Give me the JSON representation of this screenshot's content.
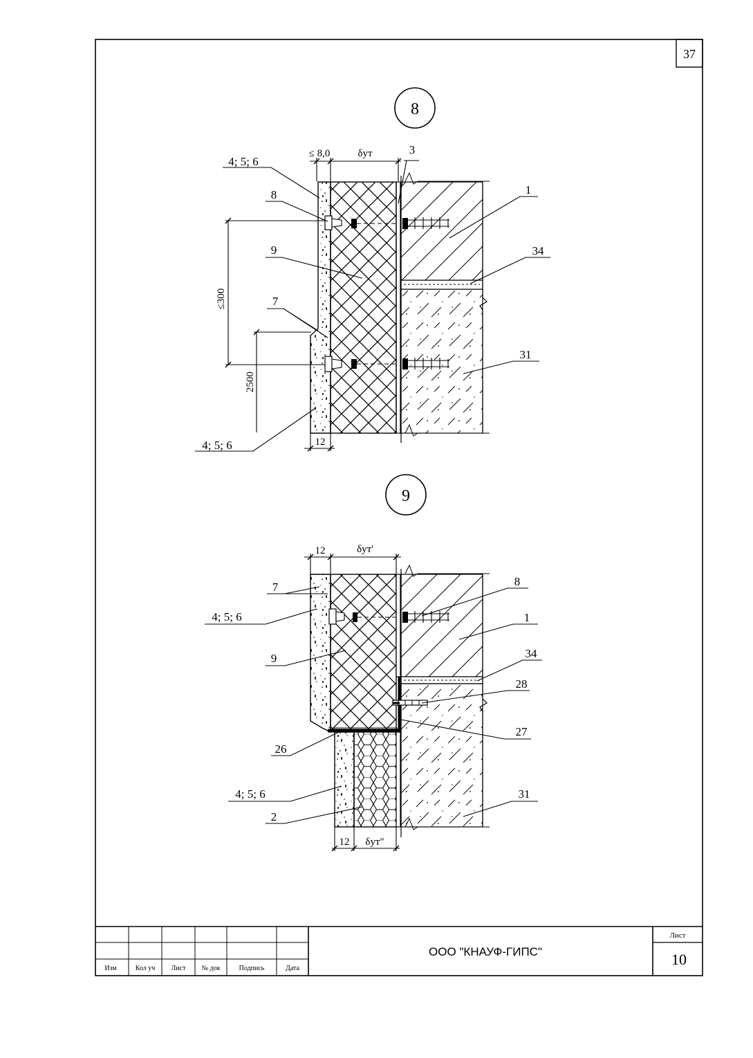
{
  "sheet": {
    "corner_number": "37",
    "sheet_label": "Лист",
    "sheet_number": "10",
    "organization": "ООО \"КНАУФ-ГИПС\"",
    "stamp_headers": [
      "Изм",
      "Кол уч",
      "Лист",
      "№ док",
      "Подпись",
      "Дата"
    ]
  },
  "detail8": {
    "marker": "8",
    "dims": {
      "face_max": "≤ 8,0",
      "insulation": "δут",
      "fastener_step": "≤300",
      "height": "2500",
      "board": "12"
    },
    "callouts": {
      "layers_top": "4; 5; 6",
      "anchor": "8",
      "insulation": "9",
      "joint": "7",
      "layers_bottom": "4; 5; 6",
      "film": "3",
      "wall_upper": "1",
      "slab_joint": "34",
      "wall_lower": "31"
    }
  },
  "detail9": {
    "marker": "9",
    "dims": {
      "board_top": "12",
      "insulation_top": "δут'",
      "board_bottom": "12",
      "insulation_bottom": "δут\""
    },
    "callouts": {
      "joint": "7",
      "layers_top": "4; 5; 6",
      "insulation": "9",
      "sealant": "26",
      "layers_bottom": "4; 5; 6",
      "foam": "2",
      "anchor": "8",
      "wall_upper": "1",
      "slab_joint": "34",
      "dowel": "28",
      "profile": "27",
      "wall_lower": "31"
    }
  }
}
